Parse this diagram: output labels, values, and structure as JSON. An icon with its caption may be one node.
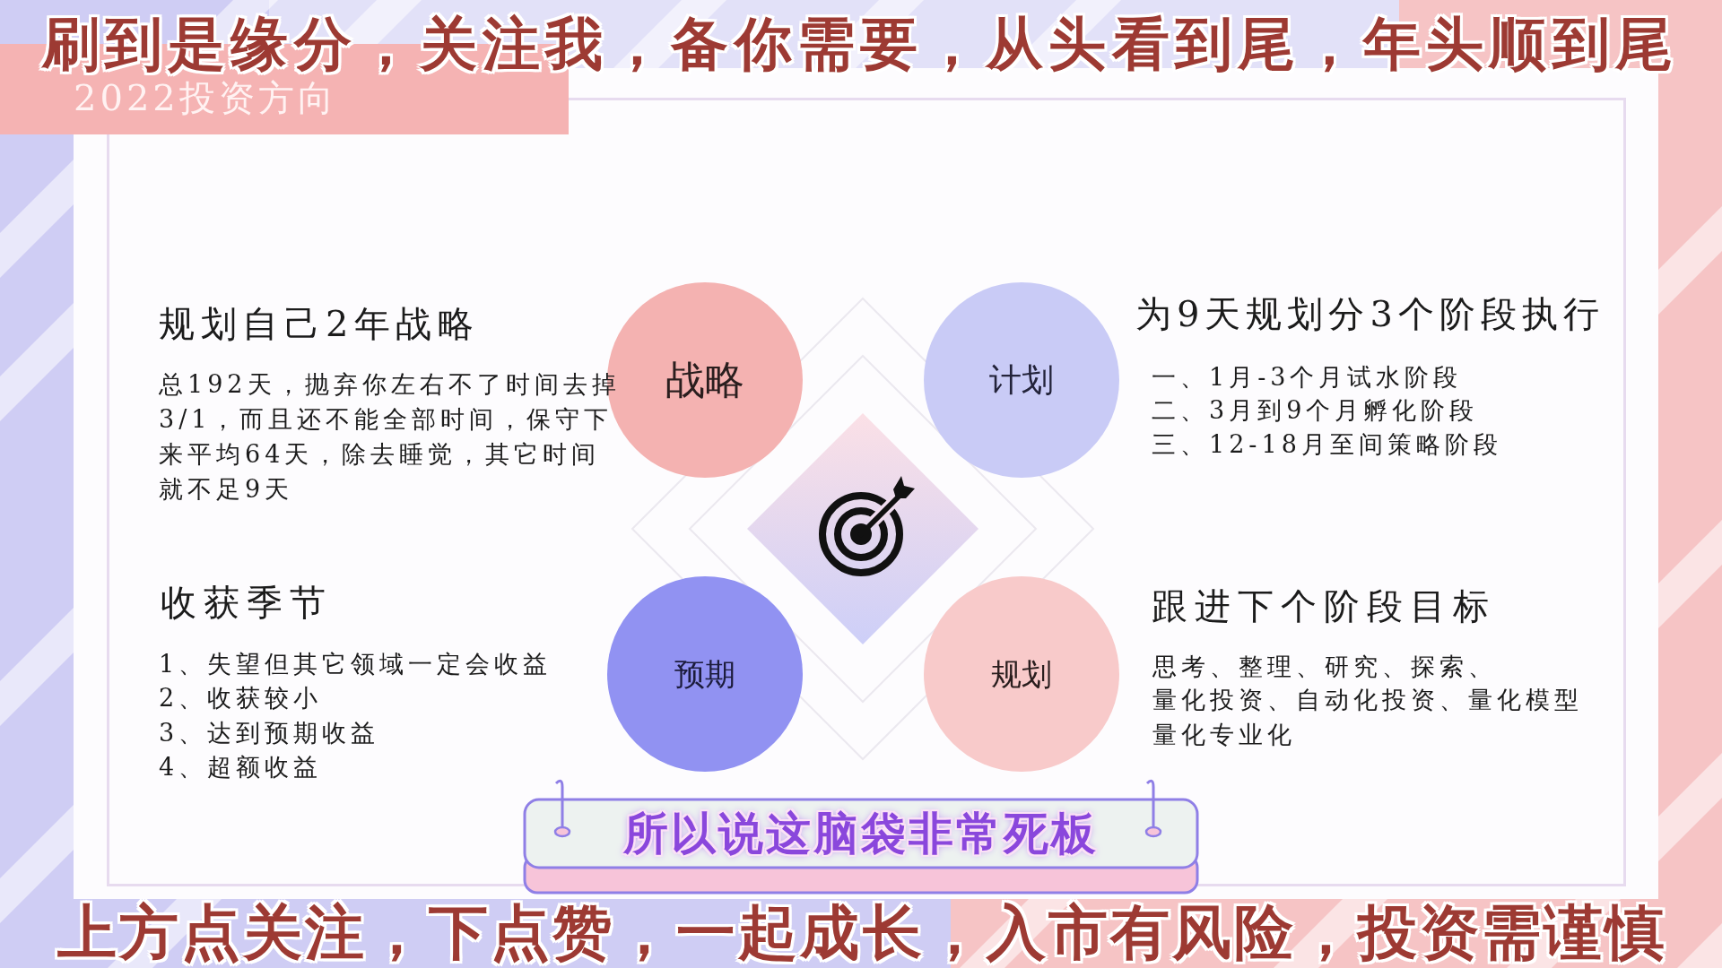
{
  "diagram": {
    "title": "2022投资方向",
    "nodes": [
      {
        "text": [
          "战略"
        ],
        "beside": [
          "规划自己2年战略",
          "总192天，抛弃你左右不了时间去掉3/1，而且还不能全部时间，保守下来平均64天，除去睡觉，其它时间就不足9天"
        ]
      },
      {
        "text": [
          "计划"
        ],
        "beside": [
          "为9天规划分3个阶段执行",
          "一、1月-3个月试水阶段",
          "二、3月到9个月孵化阶段",
          "三、12-18月至间策略阶段"
        ]
      },
      {
        "text": [
          "预期"
        ],
        "beside": [
          "收获季节",
          "1、失望但其它领域一定会收益",
          "2、收获较小",
          "3、达到预期收益",
          "4、超额收益"
        ]
      },
      {
        "text": [
          "规划"
        ],
        "beside": [
          "跟进下个阶段目标",
          "思考、整理、研究、探索、",
          "量化投资、自动化投资、量化模型量化专业化"
        ]
      }
    ],
    "labels": [
      "刷到是缘分，关注我，备你需要，从头看到尾，年头顺到尾",
      "所以说这脑袋非常死板",
      "上方点关注，下点赞，一起成长，入市有风险，投资需谨慎"
    ]
  }
}
